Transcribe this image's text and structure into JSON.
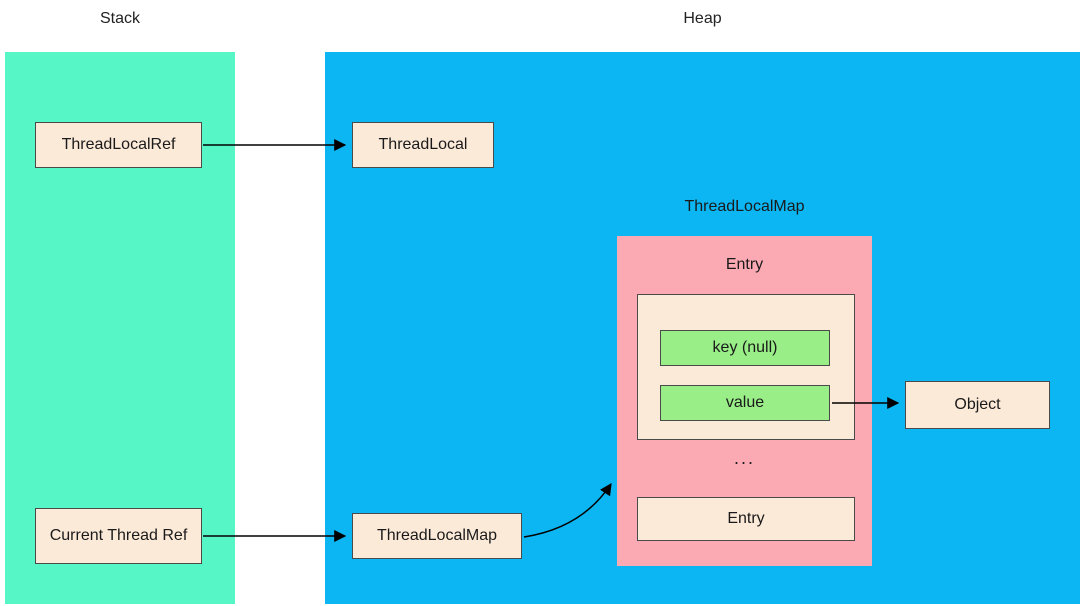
{
  "titles": {
    "stack": "Stack",
    "heap": "Heap"
  },
  "stack": {
    "thread_local_ref": "ThreadLocalRef",
    "current_thread_ref": "Current Thread Ref"
  },
  "heap": {
    "thread_local": "ThreadLocal",
    "thread_local_map_node": "ThreadLocalMap",
    "map_title": "ThreadLocalMap",
    "map": {
      "entry_top": "Entry",
      "key": "key (null)",
      "value": "value",
      "ellipsis": "...",
      "entry_bottom": "Entry"
    },
    "object": "Object"
  },
  "colors": {
    "stack_fill": "#57f6c6",
    "heap_fill": "#0cb6f2",
    "node_fill": "#fcead9",
    "map_fill": "#fba9b3",
    "entry_green": "#99ee88",
    "border": "#4a4a4a",
    "arrow": "#000000"
  }
}
